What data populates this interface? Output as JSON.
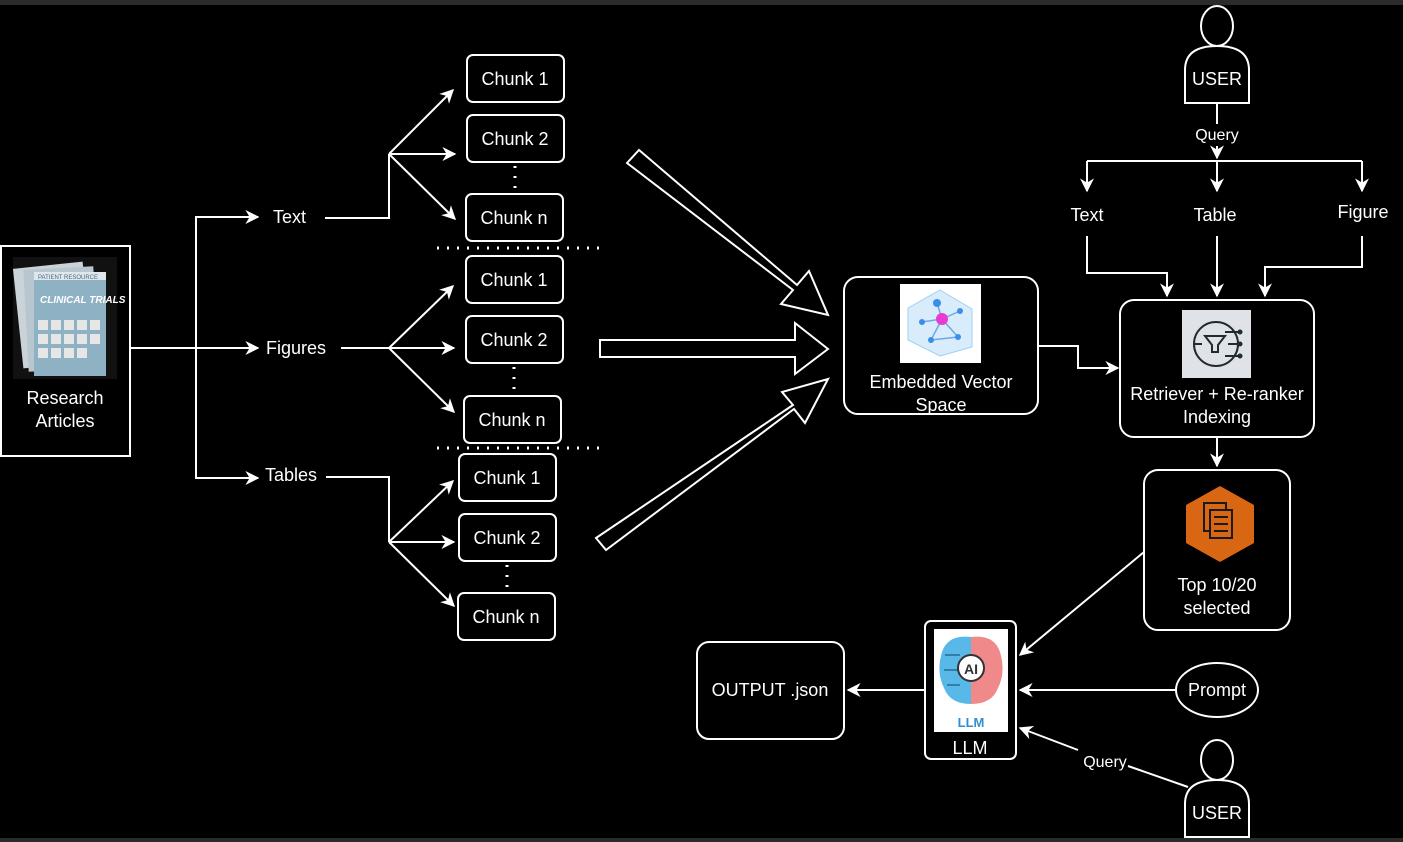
{
  "source": {
    "label_line1": "Research",
    "label_line2": "Articles",
    "thumb_title": "CLINICAL TRIALS",
    "thumb_header": "PATIENT RESOURCE"
  },
  "branches": {
    "text": "Text",
    "figures": "Figures",
    "tables": "Tables"
  },
  "chunks": {
    "text": [
      "Chunk 1",
      "Chunk 2",
      "Chunk n"
    ],
    "figures": [
      "Chunk 1",
      "Chunk 2",
      "Chunk n"
    ],
    "tables": [
      "Chunk 1",
      "Chunk 2",
      "Chunk n"
    ]
  },
  "vector_space": {
    "line1": "Embedded Vector",
    "line2": "Space"
  },
  "user_top": {
    "label": "USER",
    "query": "Query"
  },
  "query_types": {
    "text": "Text",
    "table": "Table",
    "figure": "Figure"
  },
  "retriever": {
    "line1": "Retriever + Re-ranker",
    "line2": "Indexing"
  },
  "top_selected": {
    "line1": "Top 10/20",
    "line2": "selected"
  },
  "llm": {
    "label": "LLM",
    "icon_badge": "AI",
    "icon_caption": "LLM"
  },
  "output": {
    "label": "OUTPUT .json"
  },
  "prompt": {
    "label": "Prompt"
  },
  "user_bottom": {
    "label": "USER",
    "query": "Query"
  },
  "colors": {
    "background": "#000000",
    "stroke": "#ffffff",
    "retriever_icon_bg": "#dfe3e8",
    "top_icon": "#d86613",
    "vector_icon_dot": "#e83bd3",
    "llm_brain_left": "#58b9e8",
    "llm_brain_right": "#f08a8a"
  }
}
